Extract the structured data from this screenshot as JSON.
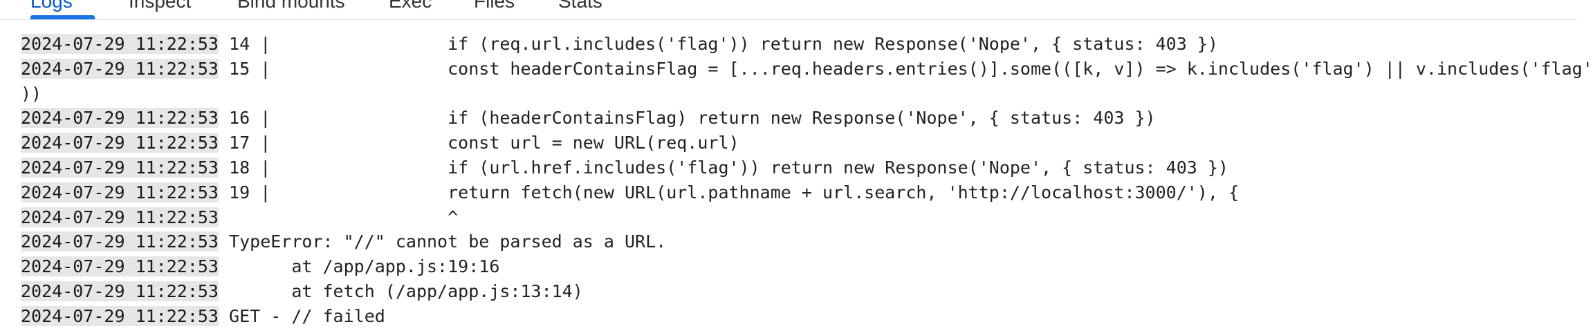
{
  "tabs": [
    {
      "label": "Logs",
      "active": true
    },
    {
      "label": "Inspect",
      "active": false
    },
    {
      "label": "Bind mounts",
      "active": false
    },
    {
      "label": "Exec",
      "active": false
    },
    {
      "label": "Files",
      "active": false
    },
    {
      "label": "Stats",
      "active": false
    }
  ],
  "log_lines": [
    {
      "timestamp": "2024-07-29 11:22:53",
      "text": " 14 |                 if (req.url.includes('flag')) return new Response('Nope', { status: 403 })"
    },
    {
      "timestamp": "2024-07-29 11:22:53",
      "text": " 15 |                 const headerContainsFlag = [...req.headers.entries()].some(([k, v]) => k.includes('flag') || v.includes('flag'"
    },
    {
      "timestamp": "",
      "text": "))"
    },
    {
      "timestamp": "2024-07-29 11:22:53",
      "text": " 16 |                 if (headerContainsFlag) return new Response('Nope', { status: 403 })"
    },
    {
      "timestamp": "2024-07-29 11:22:53",
      "text": " 17 |                 const url = new URL(req.url)"
    },
    {
      "timestamp": "2024-07-29 11:22:53",
      "text": " 18 |                 if (url.href.includes('flag')) return new Response('Nope', { status: 403 })"
    },
    {
      "timestamp": "2024-07-29 11:22:53",
      "text": " 19 |                 return fetch(new URL(url.pathname + url.search, 'http://localhost:3000/'), {"
    },
    {
      "timestamp": "2024-07-29 11:22:53",
      "text": "                      ^"
    },
    {
      "timestamp": "2024-07-29 11:22:53",
      "text": " TypeError: \"//\" cannot be parsed as a URL."
    },
    {
      "timestamp": "2024-07-29 11:22:53",
      "text": "       at /app/app.js:19:16"
    },
    {
      "timestamp": "2024-07-29 11:22:53",
      "text": "       at fetch (/app/app.js:13:14)"
    },
    {
      "timestamp": "2024-07-29 11:22:53",
      "text": " GET - // failed"
    }
  ]
}
